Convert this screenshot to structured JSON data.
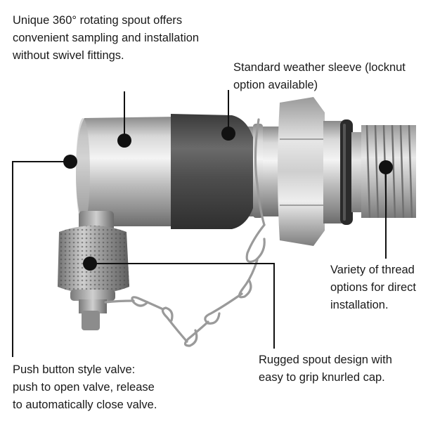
{
  "callouts": {
    "spout": "Unique 360° rotating spout offers\nconvenient sampling and installation\nwithout swivel fittings.",
    "sleeve": "Standard weather sleeve (locknut\noption available)",
    "thread": "Variety of thread\noptions for direct\ninstallation.",
    "valve": "Push button style valve:\npush to open valve, release\nto automatically close valve.",
    "rugged": "Rugged spout design with\neasy to grip knurled cap."
  },
  "colors": {
    "callout_line": "#111111",
    "steel_light": "#e6e6e6",
    "steel_dark": "#8c8c8c",
    "sleeve": "#4a4a4a",
    "oring": "#2b2b2b"
  },
  "icons": [
    "sample-fitting-illustration",
    "ball-chain-icon",
    "knurled-cap-icon"
  ]
}
